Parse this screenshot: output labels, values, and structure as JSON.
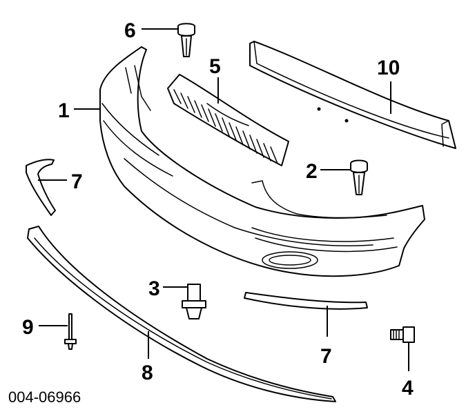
{
  "diagram": {
    "callouts": {
      "c1": "1",
      "c2": "2",
      "c3": "3",
      "c4": "4",
      "c5": "5",
      "c6": "6",
      "c7a": "7",
      "c7b": "7",
      "c8": "8",
      "c9": "9",
      "c10": "10"
    },
    "drawing_code": "004-06966"
  }
}
